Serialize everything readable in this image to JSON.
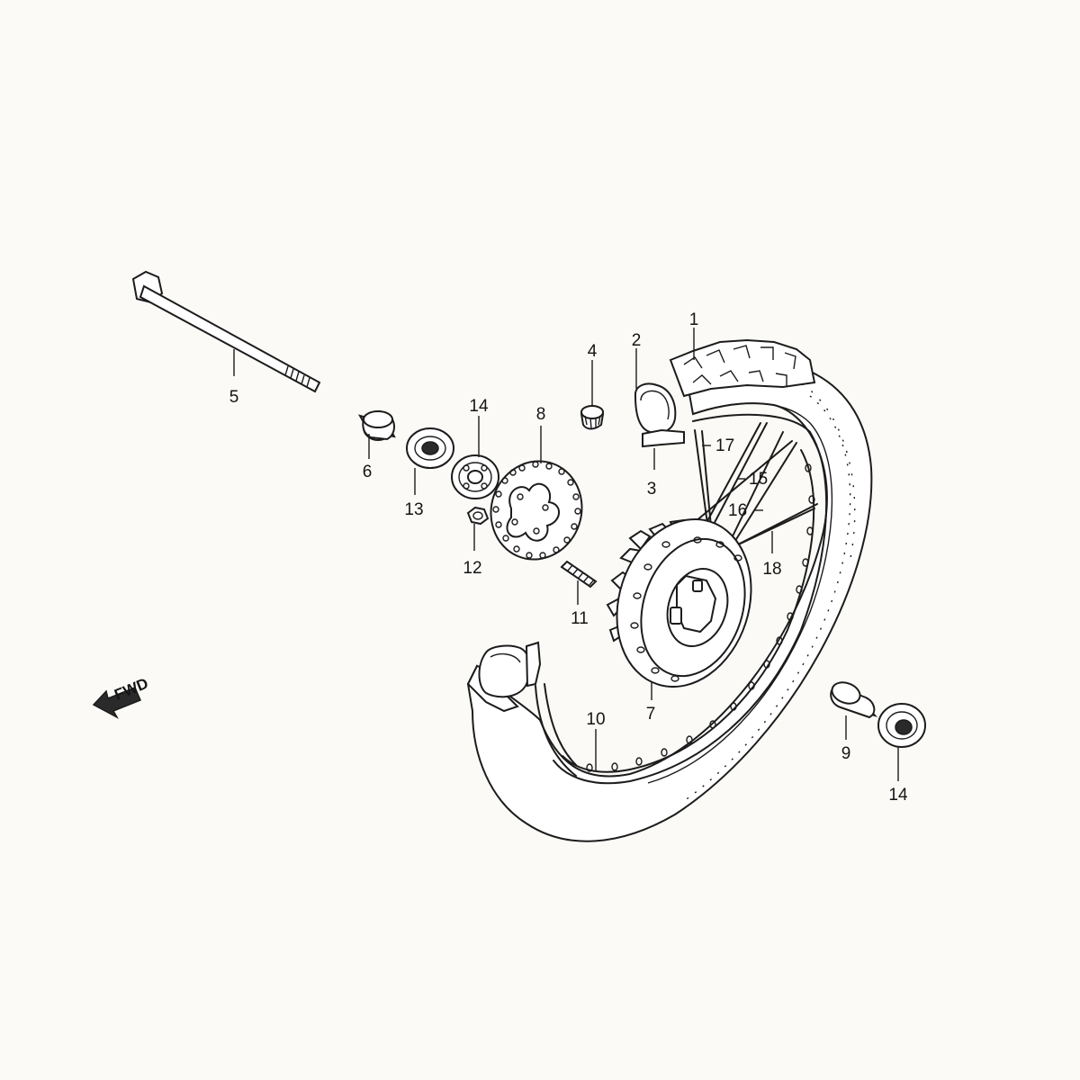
{
  "direction_marker": {
    "label": "FWD"
  },
  "callouts": {
    "c1": "1",
    "c2": "2",
    "c3": "3",
    "c4": "4",
    "c5": "5",
    "c6": "6",
    "c7": "7",
    "c8": "8",
    "c9": "9",
    "c10": "10",
    "c11": "11",
    "c12": "12",
    "c13": "13",
    "c14a": "14",
    "c14b": "14",
    "c15": "15",
    "c16": "16",
    "c17": "17",
    "c18": "18"
  },
  "colors": {
    "line": "#1c1c1c",
    "background": "#fbfaf7"
  }
}
